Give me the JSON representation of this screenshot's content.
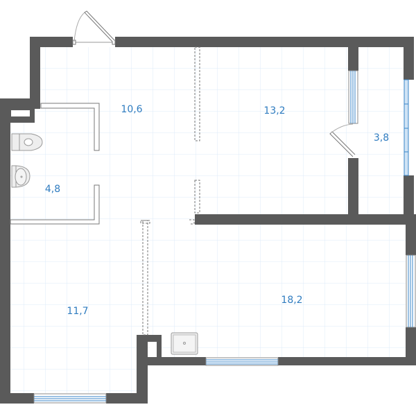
{
  "plan": {
    "colors": {
      "wall": "#5a5a5a",
      "grid": "#dcebf8",
      "label": "#2f7cc0",
      "window": "#3a86c8"
    },
    "rooms": [
      {
        "id": "hall",
        "area": "10,6"
      },
      {
        "id": "room-13",
        "area": "13,2"
      },
      {
        "id": "balcony",
        "area": "3,8"
      },
      {
        "id": "bathroom",
        "area": "4,8"
      },
      {
        "id": "room-11",
        "area": "11,7"
      },
      {
        "id": "kitchen-living",
        "area": "18,2"
      }
    ]
  }
}
